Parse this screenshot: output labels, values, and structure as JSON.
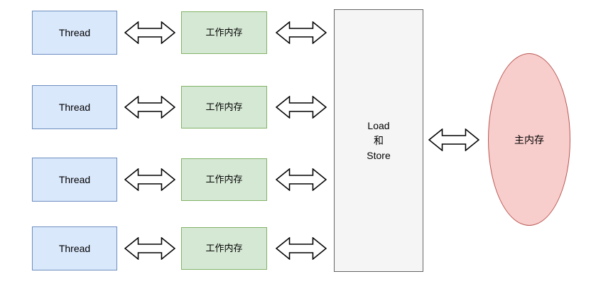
{
  "diagram": {
    "title": "thread-working-memory-main-memory-diagram",
    "rows": [
      {
        "thread": "Thread",
        "working_memory": "工作内存"
      },
      {
        "thread": "Thread",
        "working_memory": "工作内存"
      },
      {
        "thread": "Thread",
        "working_memory": "工作内存"
      },
      {
        "thread": "Thread",
        "working_memory": "工作内存"
      }
    ],
    "load_store": {
      "lines": [
        "Load",
        "和",
        "Store"
      ]
    },
    "main_memory": {
      "label": "主内存"
    },
    "colors": {
      "thread_fill": "#dae8fc",
      "thread_border": "#6c8ebf",
      "working_memory_fill": "#d5e8d4",
      "working_memory_border": "#82b366",
      "load_store_fill": "#f5f5f5",
      "load_store_border": "#666666",
      "main_memory_fill": "#f8cecc",
      "main_memory_border": "#b85450",
      "arrow_fill": "#ffffff",
      "arrow_stroke": "#000000",
      "text": "#000000",
      "background": "#ffffff"
    }
  }
}
